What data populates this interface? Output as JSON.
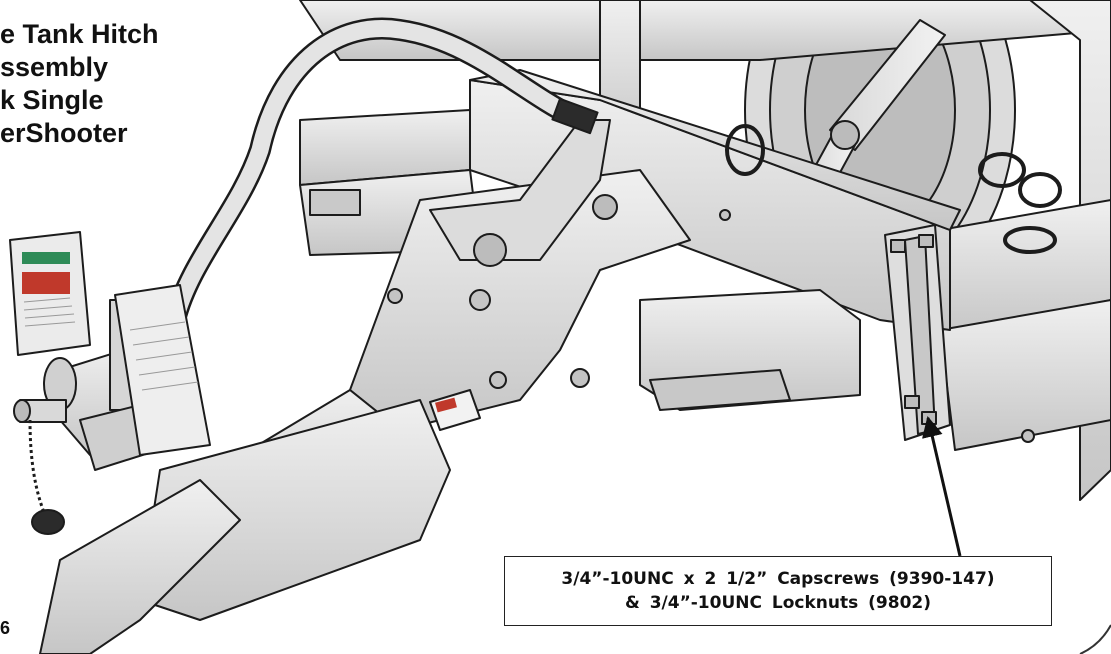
{
  "title_lines": [
    "e Tank Hitch",
    "ssembly",
    "k Single",
    "erShooter"
  ],
  "page_number": "6",
  "callout": {
    "line1": "3/4”-10UNC x 2 1/2” Capscrews (9390-147)",
    "line2": "& 3/4”-10UNC Locknuts (9802)"
  },
  "colors": {
    "metal_light": "#e6e6e6",
    "metal_mid": "#cfcfcf",
    "metal_dark": "#a9a9a9",
    "outline": "#1c1c1c",
    "decal_green": "#2e8b57",
    "decal_red": "#c0392b"
  }
}
